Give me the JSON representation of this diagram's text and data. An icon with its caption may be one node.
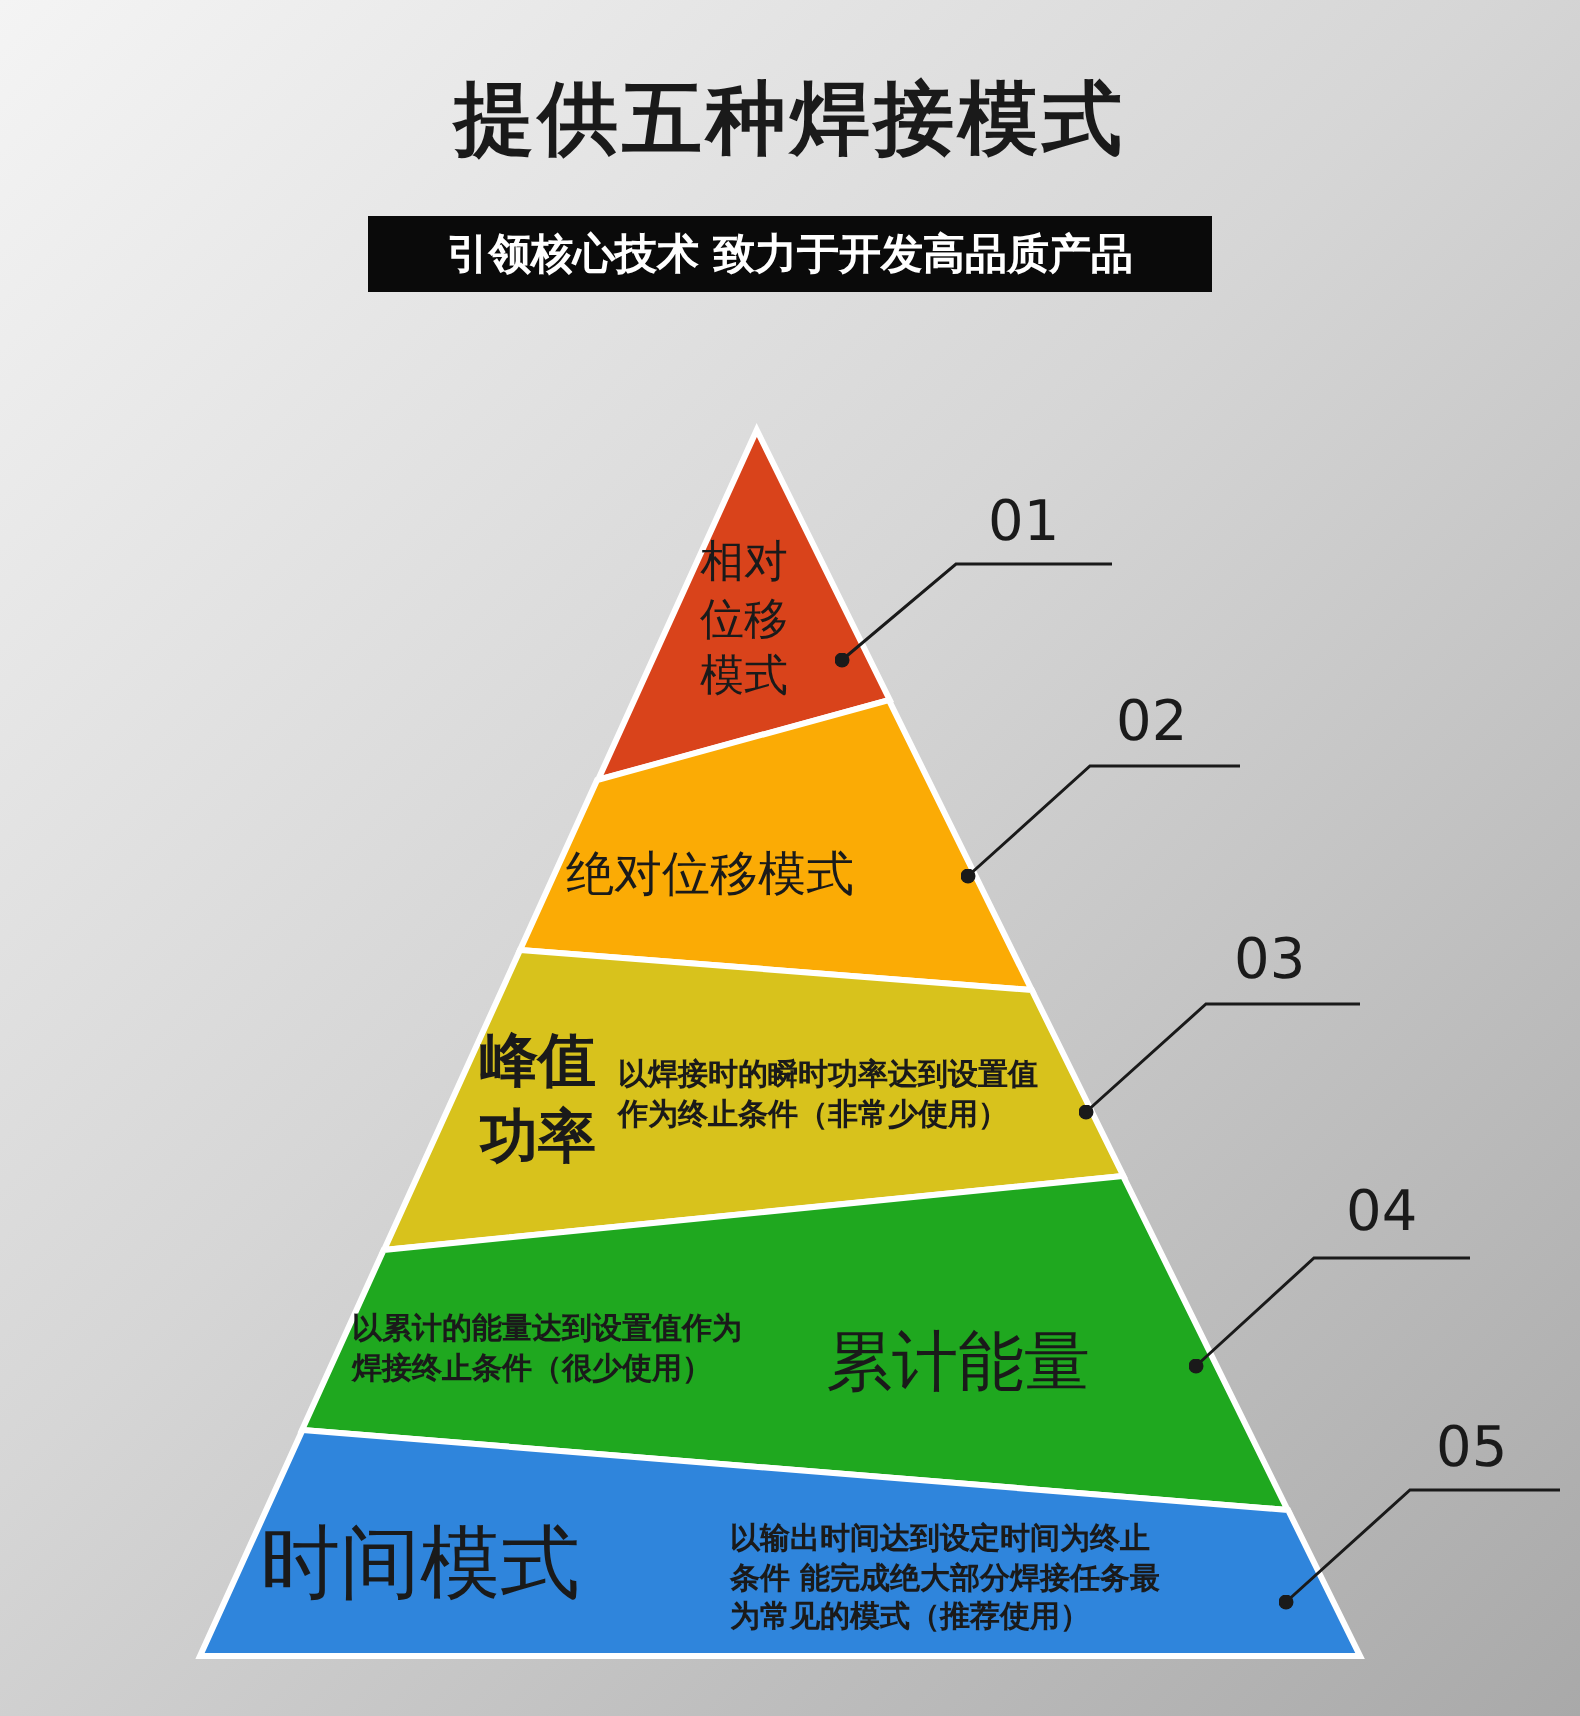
{
  "diagram": {
    "title": "提供五种焊接模式",
    "nodes": [
      {
        "text": [
          "相对位移模式"
        ]
      },
      {
        "text": [
          "绝对位移模式"
        ]
      },
      {
        "text": [
          "峰值功率",
          "以焊接时的瞬时功率达到设置值作为终止条件（非常少使用）"
        ]
      },
      {
        "text": [
          "以累计的能量达到设置值作为焊接终止条件（很少使用）",
          "累计能量"
        ]
      },
      {
        "text": [
          "时间模式",
          "以输出时间达到设定时间为终止条件 能完成绝大部分焊接任务最为常见的模式（推荐使用）"
        ]
      },
      {
        "text": [
          "01"
        ]
      },
      {
        "text": [
          "02"
        ]
      },
      {
        "text": [
          "03"
        ]
      },
      {
        "text": [
          "04"
        ]
      },
      {
        "text": [
          "05"
        ]
      }
    ],
    "edges": [
      {
        "from": 5,
        "to": 0,
        "arrow": "other"
      },
      {
        "from": 6,
        "to": 1,
        "arrow": "other"
      },
      {
        "from": 7,
        "to": 2,
        "arrow": "other"
      },
      {
        "from": 8,
        "to": 3,
        "arrow": "other"
      },
      {
        "from": 9,
        "to": 4,
        "arrow": "other"
      }
    ],
    "labels": [
      "引领核心技术 致力于开发高品质产品"
    ]
  }
}
